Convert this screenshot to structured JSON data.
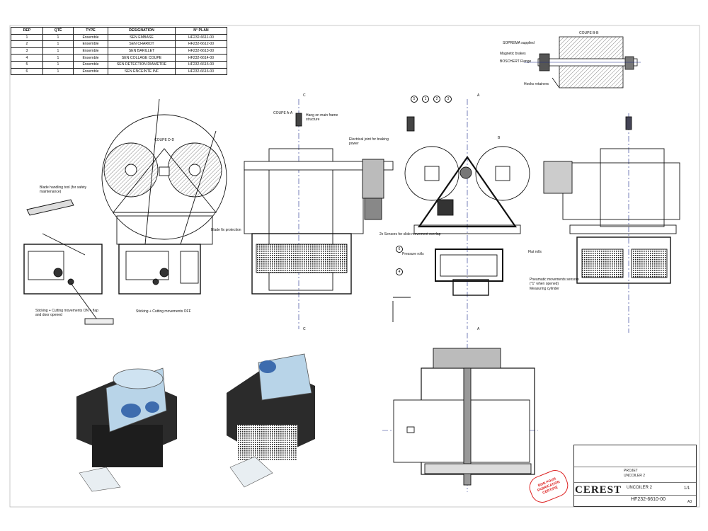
{
  "bom": {
    "headers": [
      "REP",
      "QTÉ",
      "TYPE",
      "DESIGNATION",
      "N° PLAN"
    ],
    "rows": [
      [
        "1",
        "1",
        "Ensemble",
        "SEN EMBASE",
        "HF232-6611-00"
      ],
      [
        "2",
        "1",
        "Ensemble",
        "SEN CHARIOT",
        "HF232-6612-00"
      ],
      [
        "3",
        "1",
        "Ensemble",
        "SEN BARILLET",
        "HF232-6613-00"
      ],
      [
        "4",
        "1",
        "Ensemble",
        "SEN COLLAGE COUPE",
        "HF232-6614-00"
      ],
      [
        "5",
        "1",
        "Ensemble",
        "SEN DETECTION DIAMETRE",
        "HF232-6615-00"
      ],
      [
        "6",
        "1",
        "Ensemble",
        "SEN ENCEINTE INF",
        "HF232-6616-00"
      ]
    ]
  },
  "views": {
    "coupe_bb": "COUPE B-B",
    "coupe_aa": "COUPE A-A",
    "coupe_dd": "COUPE D-D"
  },
  "labels": {
    "soprema": "SOPREMA supplied",
    "magnetic_brakes": "Magnetic brakes",
    "boschert_flange": "BOSCHERT Flange",
    "hooks_retainers": "Hooks retainers",
    "hang_main_frame": "Hang on main frame structure",
    "electrical_joint": "Electrical joint for braking power",
    "blade_handling": "Blade handling tool (for safety maintenance)",
    "blade_protection": "Blade fix protection",
    "sticking_on": "Sticking + Cutting movements ON + flap and door opened",
    "sticking_off": "Sticking + Cutting movements OFF",
    "sensors_slide": "2x Sensors for slide movement overlap",
    "pressure_rolls": "Pressure rolls",
    "flat_rolls": "Flat rolls",
    "pneumatic_sensors": "Pneumatic movements sensors (\"1\" when opened)",
    "measuring_cylinder": "Measuring cylinder"
  },
  "section_marks": {
    "c": "C",
    "a": "A",
    "b": "B"
  },
  "balloons": [
    "5",
    "1",
    "2",
    "3",
    "6",
    "4"
  ],
  "title_block": {
    "project_label": "PROJET",
    "project": "UNCOILER 2",
    "title": "UNCOILER 2",
    "drawing_no": "HF232-6610-00",
    "company": "CEREST",
    "sheet": "1/1",
    "format": "A3"
  },
  "stamp": "BON POUR FABRICATION CERTIFIÉ",
  "colors": {
    "line": "#111111",
    "axis": "#1a2a8c",
    "stamp": "#dd2222",
    "glass": "#b8d4e8",
    "dark_body": "#2b2b2b",
    "part_blue": "#3d6cae"
  }
}
